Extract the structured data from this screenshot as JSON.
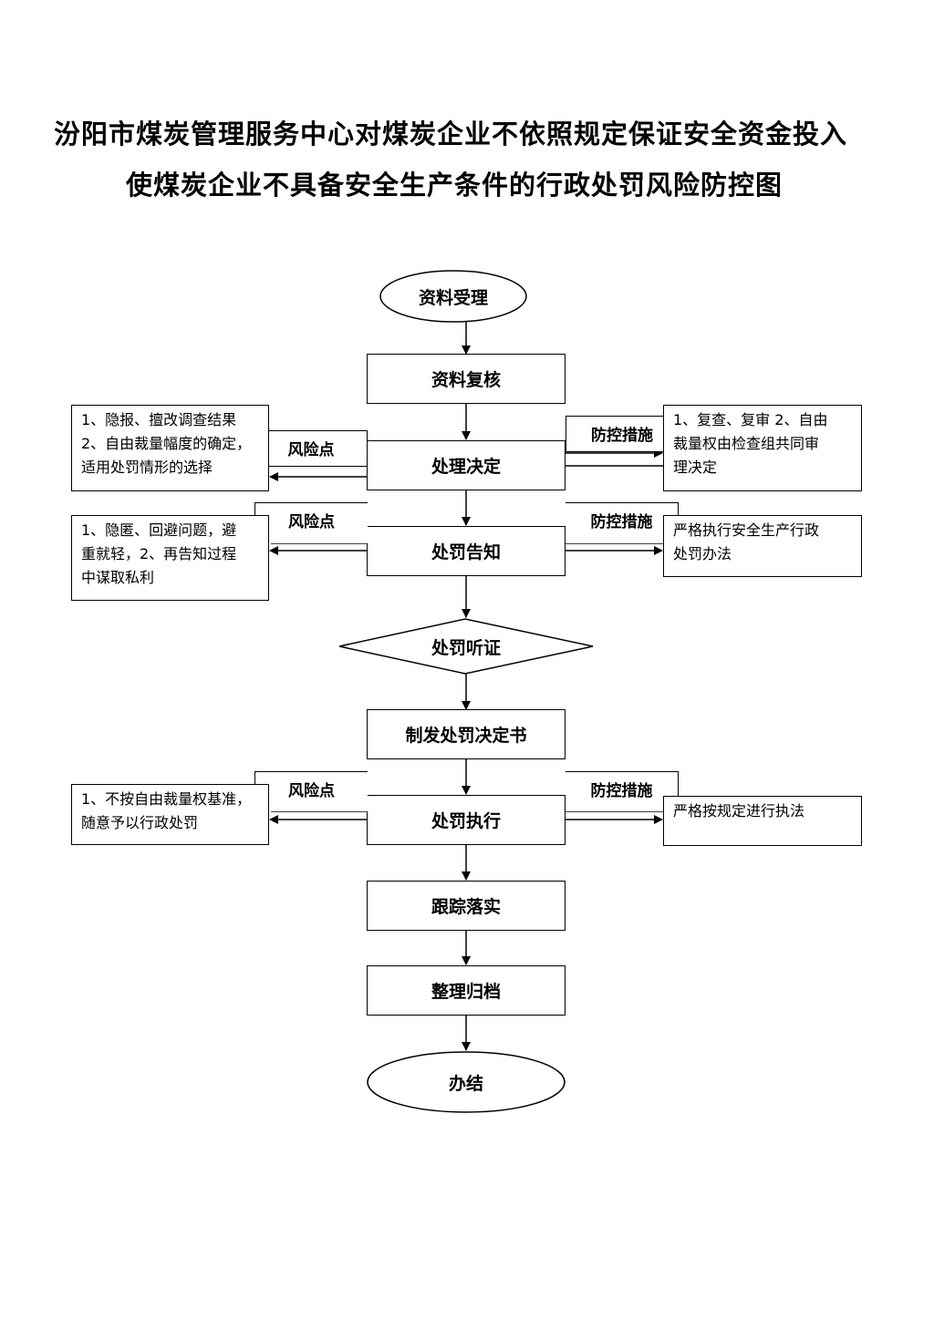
{
  "title": {
    "line1": "汾阳市煤炭管理服务中心对煤炭企业不依照规定保证安全资金投入",
    "line2": "使煤炭企业不具备安全生产条件的行政处罚风险防控图"
  },
  "flow": {
    "start": "资料受理",
    "review": "资料复核",
    "decision": "处理决定",
    "notice": "处罚告知",
    "hearing": "处罚听证",
    "issue": "制发处罚决定书",
    "execute": "处罚执行",
    "follow": "跟踪落实",
    "archive": "整理归档",
    "end": "办结"
  },
  "risk_label": "风险点",
  "control_label": "防控措施",
  "risks": {
    "decision": [
      "1、隐报、擅改调查结果",
      "2、自由裁量幅度的确定，",
      "适用处罚情形的选择"
    ],
    "notice": [
      "1、隐匿、回避问题，避",
      "重就轻，2、再告知过程",
      "中谋取私利"
    ],
    "execute": [
      "1、不按自由裁量权基准，",
      "随意予以行政处罚"
    ]
  },
  "controls": {
    "decision": [
      "1、复查、复审 2、自由",
      "裁量权由检查组共同审",
      "理决定"
    ],
    "notice": [
      "严格执行安全生产行政",
      "处罚办法"
    ],
    "execute": [
      "严格按规定进行执法"
    ]
  }
}
